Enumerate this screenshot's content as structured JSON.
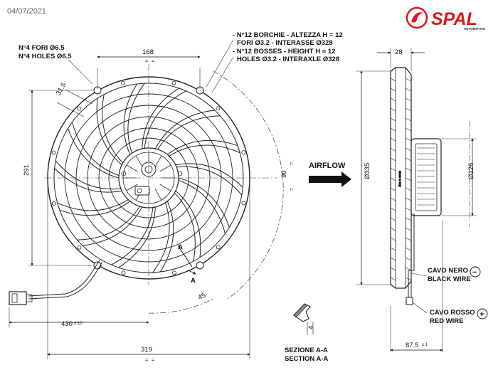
{
  "date": "04/07/2021",
  "brand": {
    "name": "SPAL",
    "tagline": "AUTOMOTIVE",
    "color": "#d71920"
  },
  "notes": {
    "holes_it": "N°4 FORI Ø6.5",
    "holes_en": "N°4 HOLES Ø6.5",
    "bosses_it_1": "- N°12 BORCHIE - ALTEZZA H = 12",
    "bosses_it_2": "FORI Ø3.2 - INTERASSE Ø328",
    "bosses_en_1": "- N°12 BOSSES - HEIGHT H = 12",
    "bosses_en_2": "HOLES Ø3.2 - INTERAXLE Ø328"
  },
  "dimensions": {
    "top_width": "168",
    "diag": "31.5",
    "left_height": "291",
    "right_90": "90",
    "angle_45": "45",
    "cable": "430",
    "cable_tol": "± 10",
    "bottom_width": "319",
    "depth": "28",
    "dia_335": "Ø335",
    "dia_126": "Ø126",
    "motor_depth": "87.5",
    "motor_tol": "± 1",
    "section_thk": "4"
  },
  "labels": {
    "airflow": "AIRFLOW",
    "section_it": "SEZIONE A-A",
    "section_en": "SECTION A-A",
    "section_mark": "A",
    "wire_black_it": "CAVO NERO",
    "wire_black_en": "BLACK WIRE",
    "wire_black_sign": "−",
    "wire_red_it": "CAVO ROSSO",
    "wire_red_en": "RED WIRE",
    "wire_red_sign": "+",
    "side_label": "Made in Italy"
  }
}
